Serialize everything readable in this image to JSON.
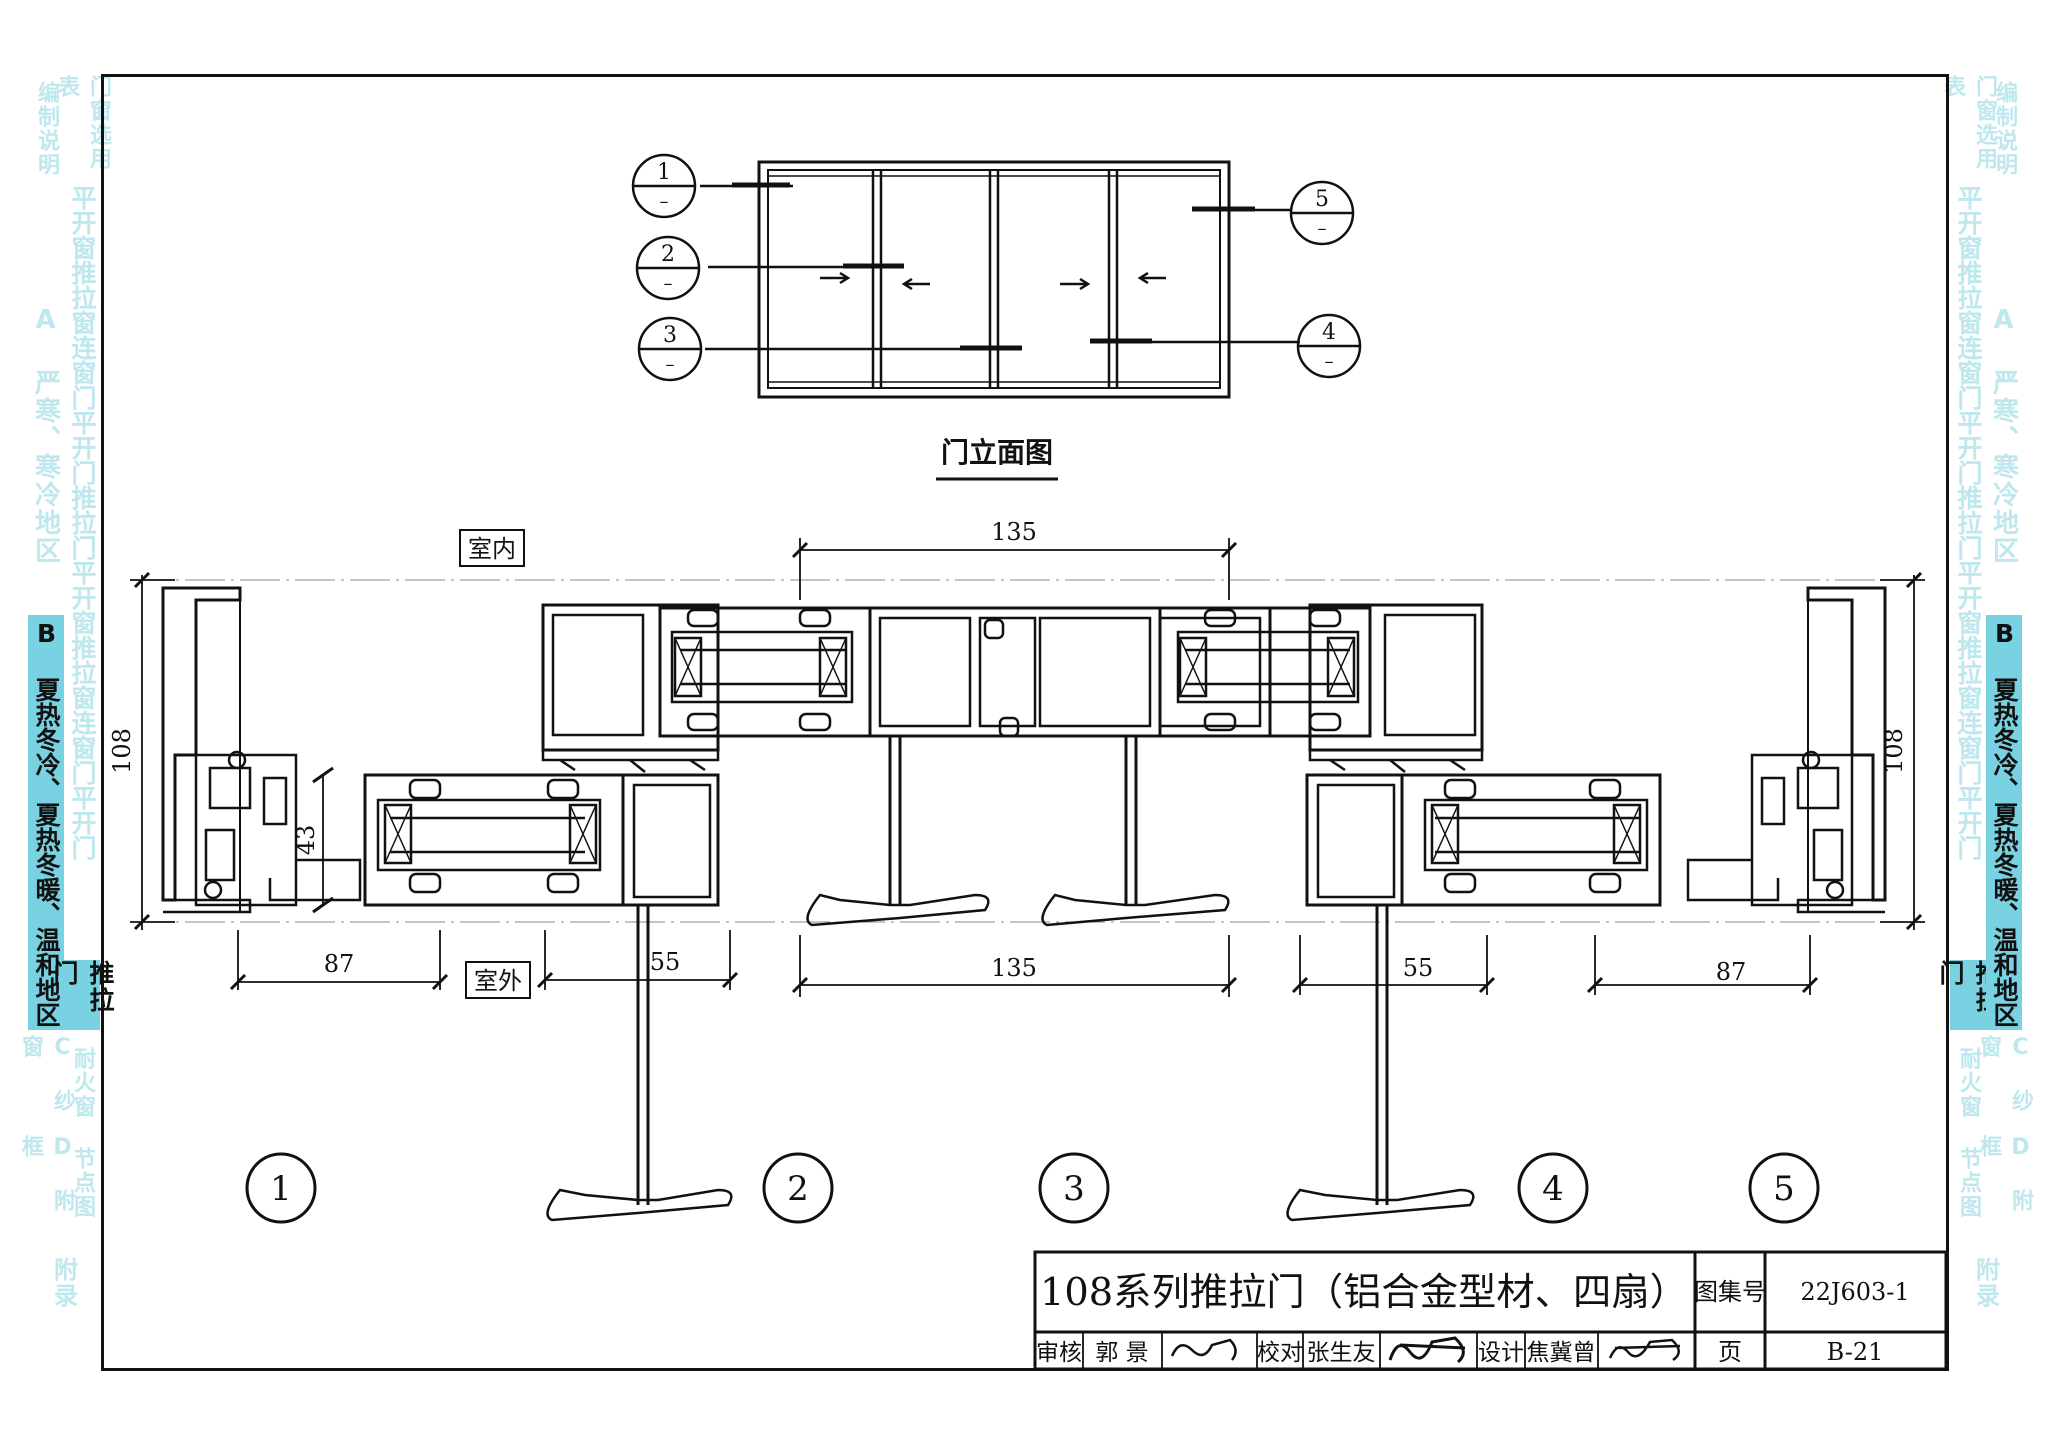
{
  "drawing": {
    "elevation_title": "门立面图",
    "callouts": [
      {
        "num": "1",
        "sub": "–"
      },
      {
        "num": "2",
        "sub": "–"
      },
      {
        "num": "3",
        "sub": "–"
      },
      {
        "num": "4",
        "sub": "–"
      },
      {
        "num": "5",
        "sub": "–"
      }
    ],
    "indoor_label": "室内",
    "outdoor_label": "室外",
    "dims": {
      "top_135": "135",
      "bottom_135": "135",
      "left_108": "108",
      "right_108": "108",
      "left_43": "43",
      "left_87": "87",
      "left_55": "55",
      "right_55": "55",
      "right_87": "87"
    },
    "section_markers": [
      "1",
      "2",
      "3",
      "4",
      "5"
    ]
  },
  "title_block": {
    "title": "108系列推拉门（铝合金型材、四扇）",
    "atlas_label": "图集号",
    "atlas_no": "22J603-1",
    "page_label": "页",
    "page_no": "B-21",
    "review_label": "审核",
    "reviewer": "郭 景",
    "check_label": "校对",
    "checker": "张生友",
    "design_label": "设计",
    "designer": "焦冀曾"
  },
  "left_tabs": {
    "col1": [
      "编制说明",
      "A 严寒、寒冷地区",
      "B 夏热冬冷、夏热冬暖、温和地区",
      "C 纱窗",
      "D 附框",
      "附录"
    ],
    "col2": [
      "门窗选用表",
      "平开窗推拉窗连窗门平开门推拉门平开窗推拉窗连窗门平开门",
      "推拉门",
      "耐火窗",
      "节点图"
    ]
  },
  "right_tabs": {
    "col1": [
      "门窗选用表",
      "平开窗推拉窗连窗门平开门推拉门平开窗推拉窗连窗门平开门",
      "推拉门",
      "耐火窗",
      "节点图",
      "附录"
    ],
    "col2": [
      "编制说明",
      "A 严寒、寒冷地区",
      "B 夏热冬冷、夏热冬暖、温和地区",
      "C 纱窗",
      "D 附框"
    ]
  }
}
